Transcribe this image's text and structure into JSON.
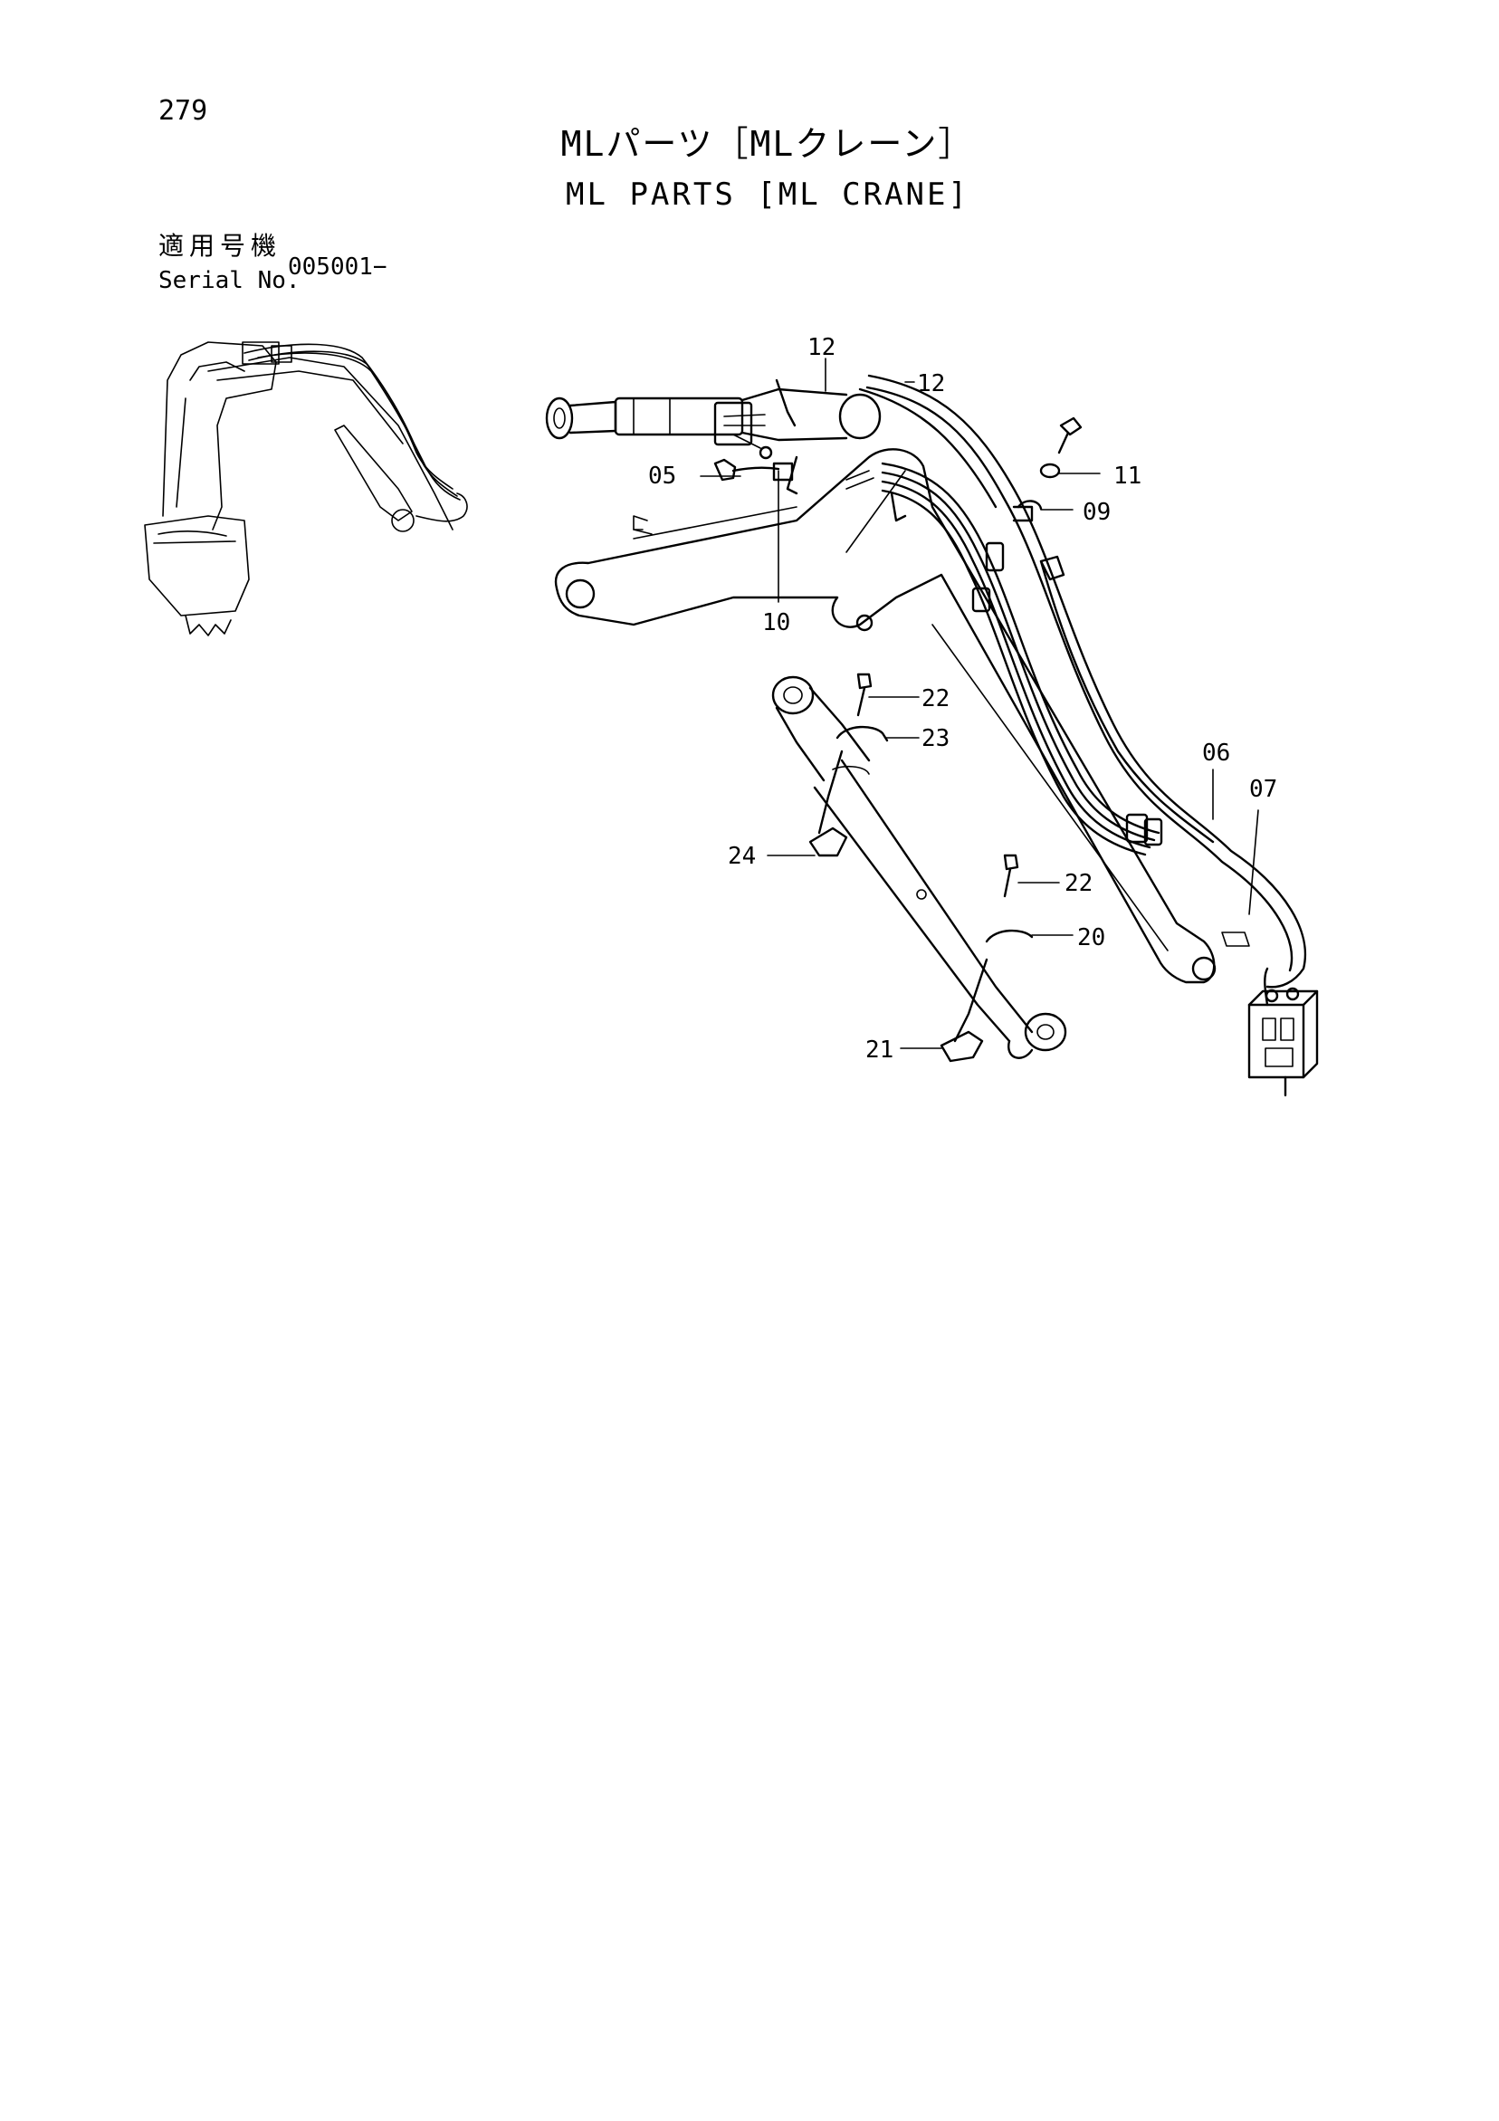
{
  "page": {
    "number": "279",
    "title_jp": "MLパーツ［MLクレーン］",
    "title_en": "ML PARTS [ML CRANE]"
  },
  "serial": {
    "label_jp": "適用号機",
    "label_en": "Serial No.",
    "value": "005001−"
  },
  "callouts": {
    "c12a": "12",
    "c12b": "12",
    "c05": "05",
    "c11": "11",
    "c09": "09",
    "c10": "10",
    "c22a": "22",
    "c23": "23",
    "c06": "06",
    "c07": "07",
    "c24": "24",
    "c22b": "22",
    "c20": "20",
    "c21": "21"
  }
}
